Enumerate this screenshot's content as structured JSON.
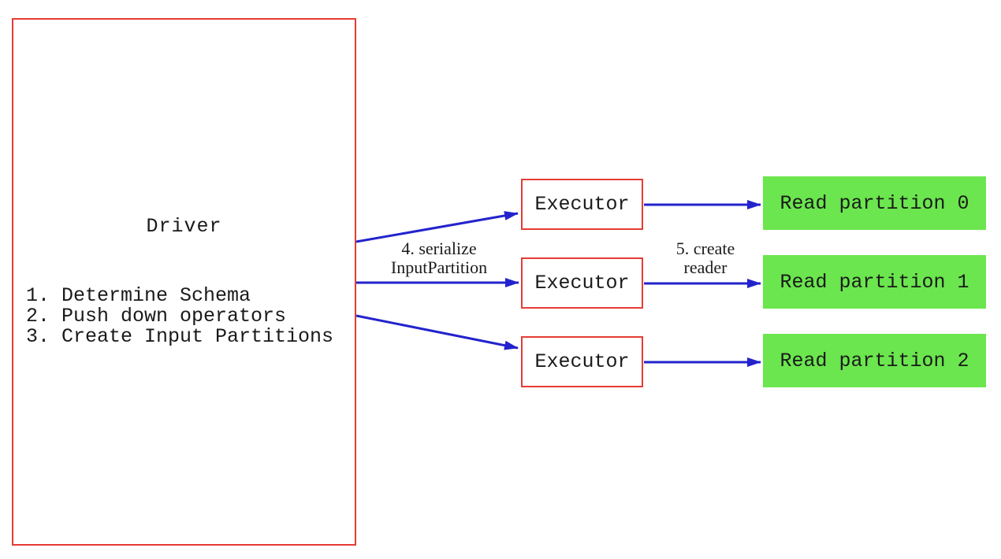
{
  "colors": {
    "box_border_red": "#e63c35",
    "arrow_blue": "#2323cd",
    "partition_green": "#6be64e",
    "text_color": "#1a1a1a"
  },
  "driver": {
    "title": "Driver",
    "steps": [
      "1. Determine Schema",
      "2. Push down operators",
      "3. Create Input Partitions"
    ]
  },
  "executors": [
    {
      "label": "Executor"
    },
    {
      "label": "Executor"
    },
    {
      "label": "Executor"
    }
  ],
  "partitions": [
    {
      "label": "Read partition 0"
    },
    {
      "label": "Read partition 1"
    },
    {
      "label": "Read partition 2"
    }
  ],
  "edge_labels": {
    "serialize": {
      "line1": "4. serialize",
      "line2": "InputPartition"
    },
    "create_reader": {
      "line1": "5. create",
      "line2": "reader"
    }
  }
}
